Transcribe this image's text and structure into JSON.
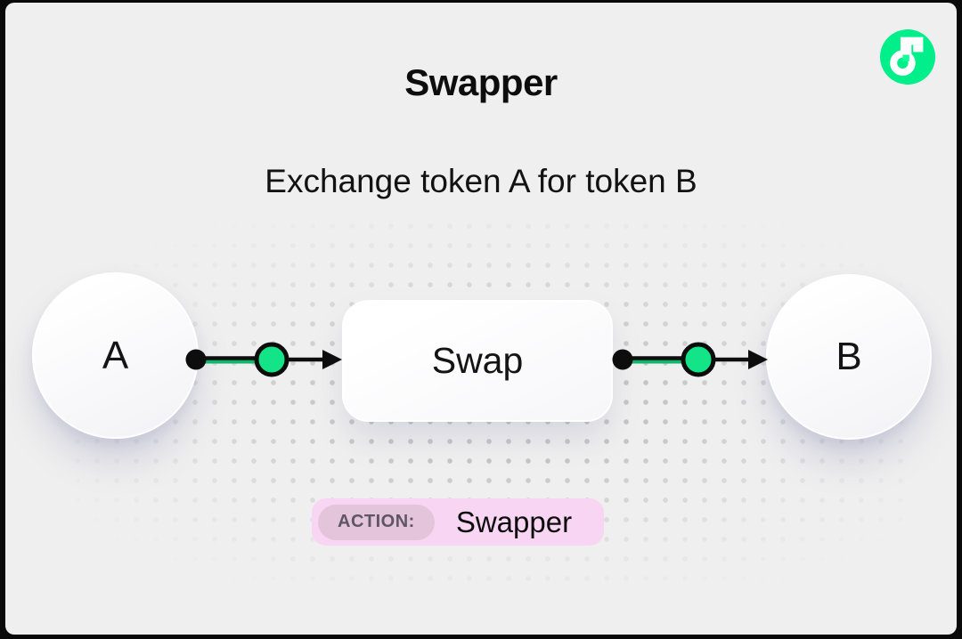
{
  "header": {
    "title": "Swapper",
    "subtitle": "Exchange token A for token B"
  },
  "logo": {
    "name": "Flow",
    "circle_color": "#00EF8B",
    "mark_color": "#FFFFFF",
    "accent_square_color": "#16FF99"
  },
  "diagram": {
    "nodes": [
      {
        "id": "token-a",
        "shape": "circle",
        "label": "A"
      },
      {
        "id": "swap-action",
        "shape": "rounded-box",
        "label": "Swap"
      },
      {
        "id": "token-b",
        "shape": "circle",
        "label": "B"
      }
    ],
    "connectors": [
      {
        "from": "token-a",
        "to": "swap-action",
        "style": "dot-greenbead-arrow"
      },
      {
        "from": "swap-action",
        "to": "token-b",
        "style": "dot-greenbead-arrow"
      }
    ],
    "colors": {
      "connector_green": "#12E487",
      "connector_black": "#0d0d0d",
      "canvas_bg": "#efefef"
    }
  },
  "action_badge": {
    "label": "ACTION:",
    "value": "Swapper",
    "badge_bg": "#f8d6f3",
    "pill_bg": "#e3c4db"
  }
}
